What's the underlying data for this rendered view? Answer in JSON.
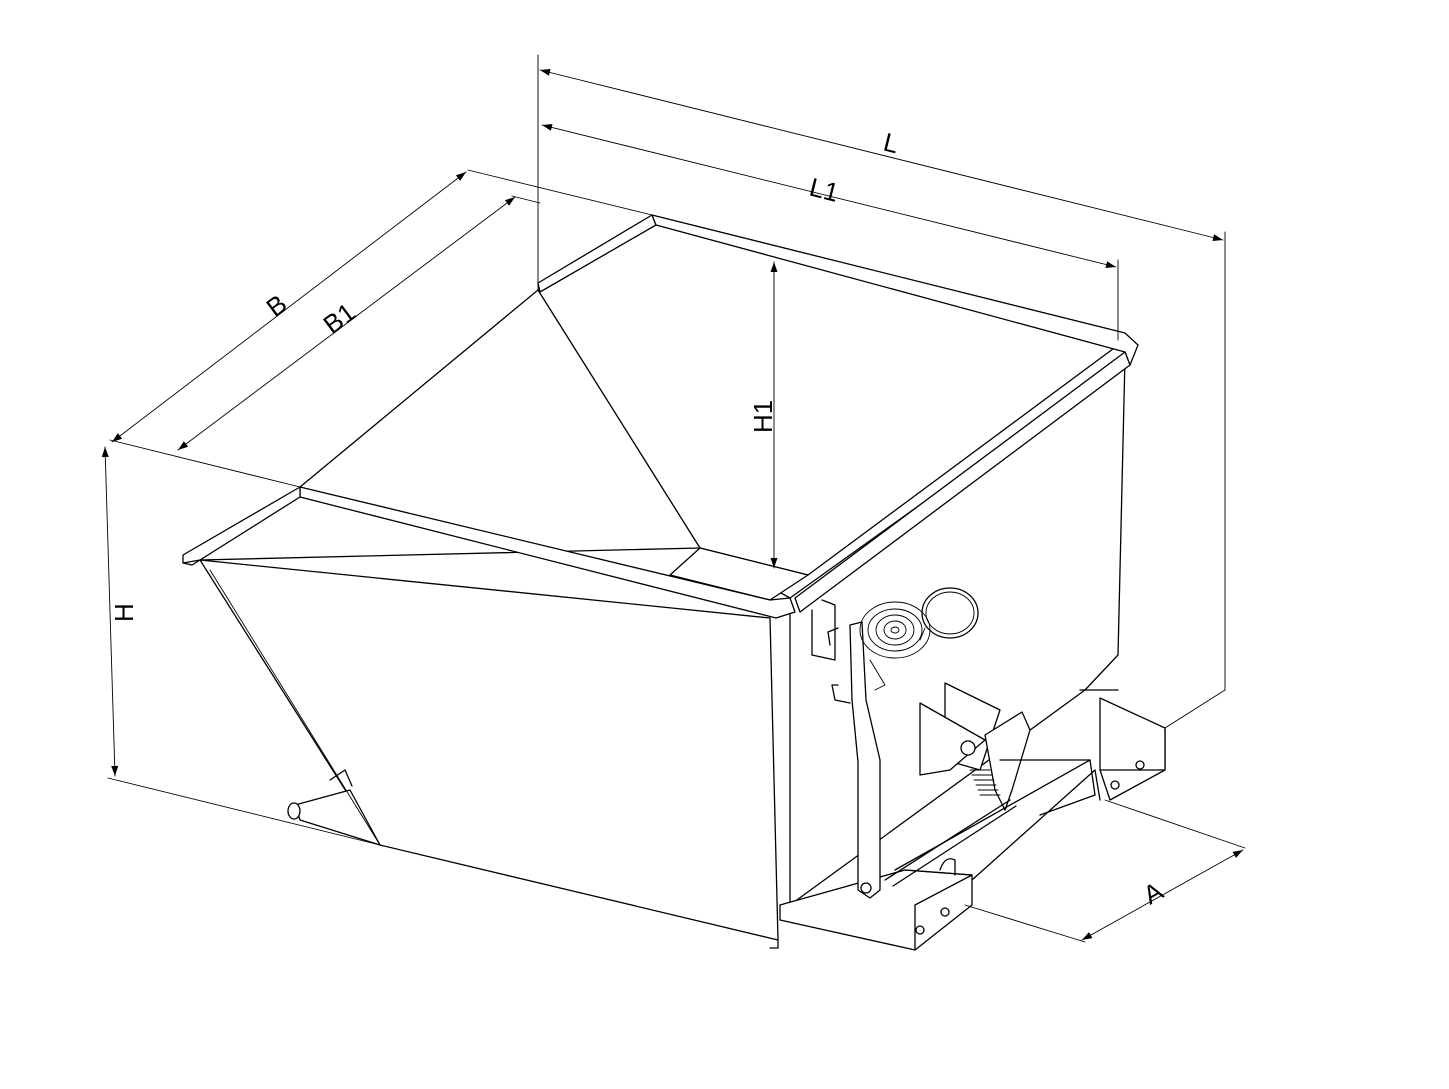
{
  "diagram": {
    "dimensions": {
      "L": "L",
      "L1": "L1",
      "B": "B",
      "B1": "B1",
      "H": "H",
      "H1": "H1",
      "A": "A"
    },
    "colors": {
      "line": "#000000",
      "background": "#ffffff"
    }
  }
}
